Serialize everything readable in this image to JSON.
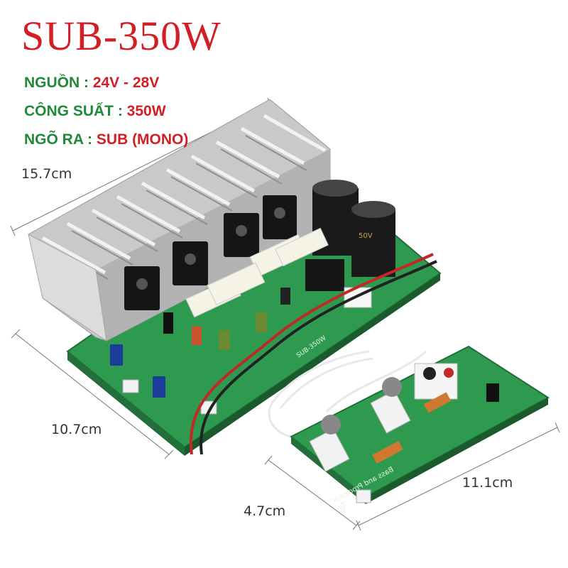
{
  "title": "SUB-350W",
  "specs": [
    {
      "label": "NGUỒN : ",
      "value": "24V - 28V"
    },
    {
      "label": "CÔNG SUẤT : ",
      "value": "350W"
    },
    {
      "label": "NGÕ RA : ",
      "value": "SUB (MONO)"
    }
  ],
  "dimensions": {
    "main_length": "15.7cm",
    "main_width": "10.7cm",
    "control_length": "11.1cm",
    "control_width": "4.7cm"
  },
  "board_labels": {
    "main_board": "SUB-350W",
    "control_board": "Bass and Processor",
    "vol": "VOL"
  },
  "colors": {
    "title": "#d21f26",
    "spec_label": "#1f8a3a",
    "spec_value": "#d21f26",
    "pcb": "#2e9a50",
    "heatsink": "#c9c9c9"
  }
}
